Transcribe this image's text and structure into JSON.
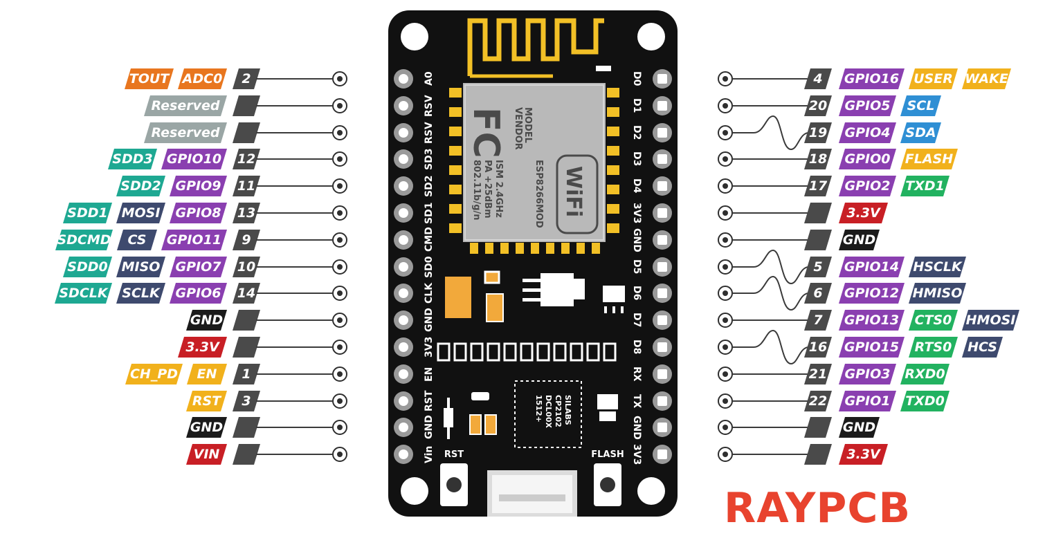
{
  "brand": "RAYPCB",
  "colors": {
    "analog": "#e8761f",
    "reserved": "#9aa6a5",
    "sdio": "#1ea892",
    "spi": "#3e4a6e",
    "gpio": "#8a3fb0",
    "pinnum": "#4a4a4a",
    "ground": "#1b1b1b",
    "power": "#c81f25",
    "control": "#f1b11c",
    "i2c": "#2f8fd4",
    "uart": "#22b260"
  },
  "board": {
    "left_pins": [
      "A0",
      "RSV",
      "RSV",
      "SD3",
      "SD2",
      "SD1",
      "CMD",
      "SD0",
      "CLK",
      "GND",
      "3V3",
      "EN",
      "RST",
      "GND",
      "Vin"
    ],
    "right_pins": [
      "D0",
      "D1",
      "D2",
      "D3",
      "D4",
      "3V3",
      "GND",
      "D5",
      "D6",
      "D7",
      "D8",
      "RX",
      "TX",
      "GND",
      "3V3"
    ],
    "module": {
      "logo": "FC",
      "line1": "MODEL",
      "line2": "VENDOR",
      "line3": "ISM 2.4GHz",
      "line4": "PA +25dBm",
      "line5": "802.11b/g/n",
      "model": "ESP8266MOD",
      "wifi": "WiFi"
    },
    "usb_chip": {
      "line1": "SILABS",
      "line2": "CP2102",
      "line3": "DCL00X",
      "line4": "1512+"
    },
    "rst_button": "RST",
    "flash_button": "FLASH"
  },
  "left_rows": [
    {
      "num": "2",
      "tags": [
        {
          "text": "TOUT",
          "cat": "analog"
        },
        {
          "text": "ADC0",
          "cat": "analog"
        }
      ]
    },
    {
      "num": "",
      "tags": [
        {
          "text": "Reserved",
          "cat": "reserved"
        }
      ]
    },
    {
      "num": "",
      "tags": [
        {
          "text": "Reserved",
          "cat": "reserved"
        }
      ]
    },
    {
      "num": "12",
      "tags": [
        {
          "text": "SDD3",
          "cat": "sdio"
        },
        {
          "text": "GPIO10",
          "cat": "gpio"
        }
      ]
    },
    {
      "num": "11",
      "tags": [
        {
          "text": "SDD2",
          "cat": "sdio"
        },
        {
          "text": "GPIO9",
          "cat": "gpio"
        }
      ]
    },
    {
      "num": "13",
      "tags": [
        {
          "text": "SDD1",
          "cat": "sdio"
        },
        {
          "text": "MOSI",
          "cat": "spi"
        },
        {
          "text": "GPIO8",
          "cat": "gpio"
        }
      ]
    },
    {
      "num": "9",
      "tags": [
        {
          "text": "SDCMD",
          "cat": "sdio"
        },
        {
          "text": "CS",
          "cat": "spi"
        },
        {
          "text": "GPIO11",
          "cat": "gpio"
        }
      ]
    },
    {
      "num": "10",
      "tags": [
        {
          "text": "SDD0",
          "cat": "sdio"
        },
        {
          "text": "MISO",
          "cat": "spi"
        },
        {
          "text": "GPIO7",
          "cat": "gpio"
        }
      ]
    },
    {
      "num": "14",
      "tags": [
        {
          "text": "SDCLK",
          "cat": "sdio"
        },
        {
          "text": "SCLK",
          "cat": "spi"
        },
        {
          "text": "GPIO6",
          "cat": "gpio"
        }
      ]
    },
    {
      "num": "",
      "tags": [
        {
          "text": "GND",
          "cat": "ground"
        }
      ]
    },
    {
      "num": "",
      "tags": [
        {
          "text": "3.3V",
          "cat": "power"
        }
      ]
    },
    {
      "num": "1",
      "tags": [
        {
          "text": "CH_PD",
          "cat": "control"
        },
        {
          "text": "EN",
          "cat": "control"
        }
      ]
    },
    {
      "num": "3",
      "tags": [
        {
          "text": "RST",
          "cat": "control"
        }
      ]
    },
    {
      "num": "",
      "tags": [
        {
          "text": "GND",
          "cat": "ground"
        }
      ]
    },
    {
      "num": "",
      "tags": [
        {
          "text": "VIN",
          "cat": "power"
        }
      ]
    }
  ],
  "right_rows": [
    {
      "num": "4",
      "wave": false,
      "tags": [
        {
          "text": "GPIO16",
          "cat": "gpio"
        },
        {
          "text": "USER",
          "cat": "control"
        },
        {
          "text": "WAKE",
          "cat": "control"
        }
      ]
    },
    {
      "num": "20",
      "wave": false,
      "tags": [
        {
          "text": "GPIO5",
          "cat": "gpio"
        },
        {
          "text": "SCL",
          "cat": "i2c"
        }
      ]
    },
    {
      "num": "19",
      "wave": true,
      "tags": [
        {
          "text": "GPIO4",
          "cat": "gpio"
        },
        {
          "text": "SDA",
          "cat": "i2c"
        }
      ]
    },
    {
      "num": "18",
      "wave": false,
      "tags": [
        {
          "text": "GPIO0",
          "cat": "gpio"
        },
        {
          "text": "FLASH",
          "cat": "control"
        }
      ]
    },
    {
      "num": "17",
      "wave": false,
      "tags": [
        {
          "text": "GPIO2",
          "cat": "gpio"
        },
        {
          "text": "TXD1",
          "cat": "uart"
        }
      ]
    },
    {
      "num": "",
      "wave": false,
      "tags": [
        {
          "text": "3.3V",
          "cat": "power"
        }
      ]
    },
    {
      "num": "",
      "wave": false,
      "tags": [
        {
          "text": "GND",
          "cat": "ground"
        }
      ]
    },
    {
      "num": "5",
      "wave": true,
      "tags": [
        {
          "text": "GPIO14",
          "cat": "gpio"
        },
        {
          "text": "HSCLK",
          "cat": "spi"
        }
      ]
    },
    {
      "num": "6",
      "wave": true,
      "tags": [
        {
          "text": "GPIO12",
          "cat": "gpio"
        },
        {
          "text": "HMISO",
          "cat": "spi"
        }
      ]
    },
    {
      "num": "7",
      "wave": false,
      "tags": [
        {
          "text": "GPIO13",
          "cat": "gpio"
        },
        {
          "text": "CTS0",
          "cat": "uart"
        },
        {
          "text": "HMOSI",
          "cat": "spi"
        }
      ]
    },
    {
      "num": "16",
      "wave": true,
      "tags": [
        {
          "text": "GPIO15",
          "cat": "gpio"
        },
        {
          "text": "RTS0",
          "cat": "uart"
        },
        {
          "text": "HCS",
          "cat": "spi"
        }
      ]
    },
    {
      "num": "21",
      "wave": false,
      "tags": [
        {
          "text": "GPIO3",
          "cat": "gpio"
        },
        {
          "text": "RXD0",
          "cat": "uart"
        }
      ]
    },
    {
      "num": "22",
      "wave": false,
      "tags": [
        {
          "text": "GPIO1",
          "cat": "gpio"
        },
        {
          "text": "TXD0",
          "cat": "uart"
        }
      ]
    },
    {
      "num": "",
      "wave": false,
      "tags": [
        {
          "text": "GND",
          "cat": "ground"
        }
      ]
    },
    {
      "num": "",
      "wave": false,
      "tags": [
        {
          "text": "3.3V",
          "cat": "power"
        }
      ]
    }
  ]
}
